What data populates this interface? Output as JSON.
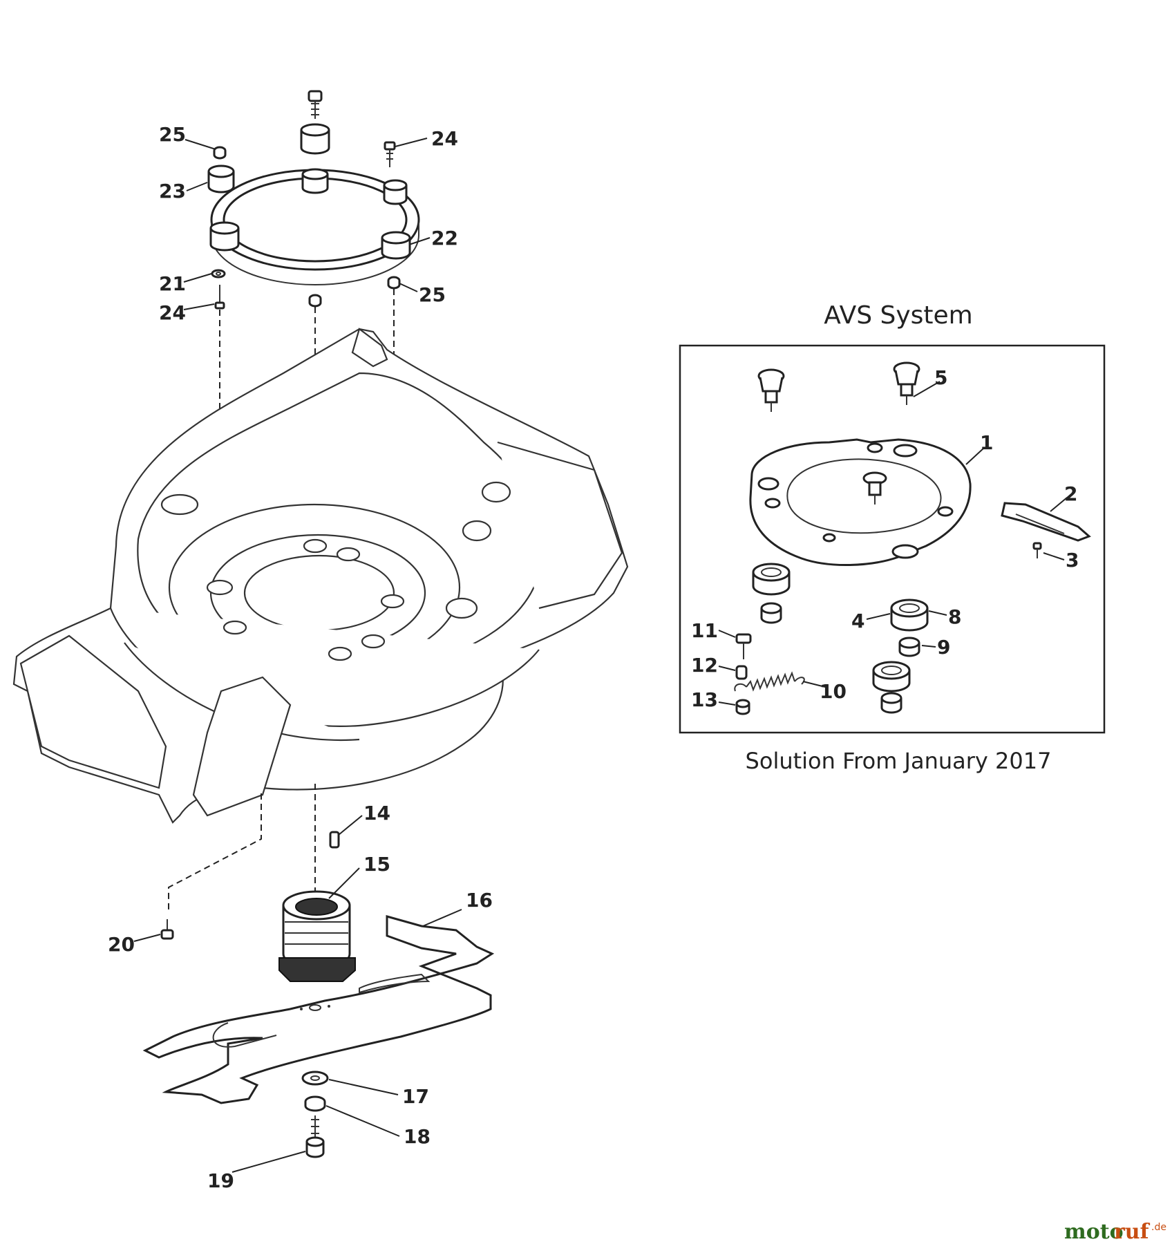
{
  "avs": {
    "title": "AVS System",
    "caption": "Solution From January 2017"
  },
  "callouts": {
    "c1": "1",
    "c2": "2",
    "c3": "3",
    "c4": "4",
    "c5": "5",
    "c8": "8",
    "c9": "9",
    "c10": "10",
    "c11": "11",
    "c12": "12",
    "c13": "13",
    "c14": "14",
    "c15": "15",
    "c16": "16",
    "c17": "17",
    "c18": "18",
    "c19": "19",
    "c20": "20",
    "c21": "21",
    "c22": "22",
    "c23": "23",
    "c24a": "24",
    "c24b": "24",
    "c25a": "25",
    "c25b": "25"
  },
  "watermark": {
    "part1": "moto",
    "part2": "ruf",
    "part3": ".de"
  }
}
